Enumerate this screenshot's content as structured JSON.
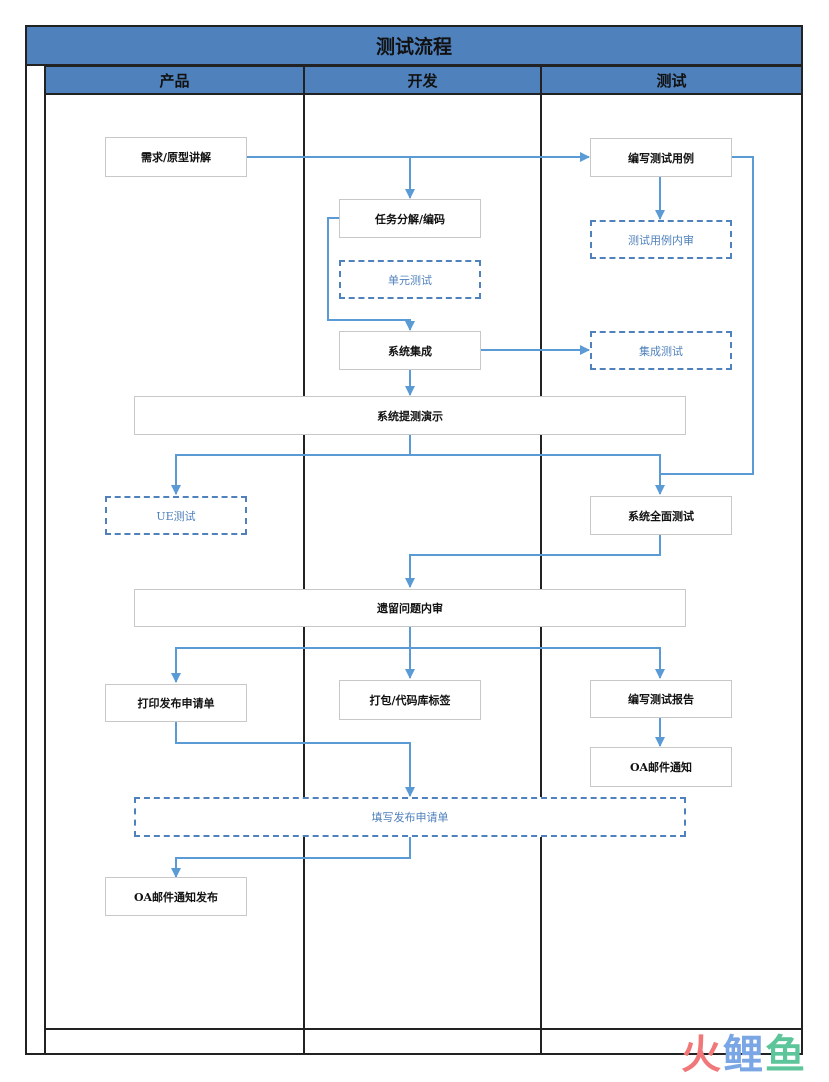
{
  "title": "测试流程",
  "lanes": [
    "产品",
    "开发",
    "测试"
  ],
  "nodes": {
    "requirements": "需求/原型讲解",
    "write_cases": "编写测试用例",
    "task_coding": "任务分解/编码",
    "case_review": "测试用例内审",
    "unit_test": "单元测试",
    "system_integration": "系统集成",
    "integration_test": "集成测试",
    "system_demo": "系统提测演示",
    "ue_test": "UE测试",
    "full_test": "系统全面测试",
    "issue_review": "遗留问题内审",
    "print_release_form": "打印发布申请单",
    "package_tag": "打包/代码库标签",
    "write_report": "编写测试报告",
    "oa_email": "OA邮件通知",
    "fill_release_form": "填写发布申请单",
    "oa_release": "OA邮件通知发布"
  },
  "watermark": [
    "火",
    "鲤",
    "鱼"
  ],
  "colors": {
    "header": "#4f81bd",
    "arrow": "#5b9bd5",
    "dashed": "#4f81bd"
  }
}
